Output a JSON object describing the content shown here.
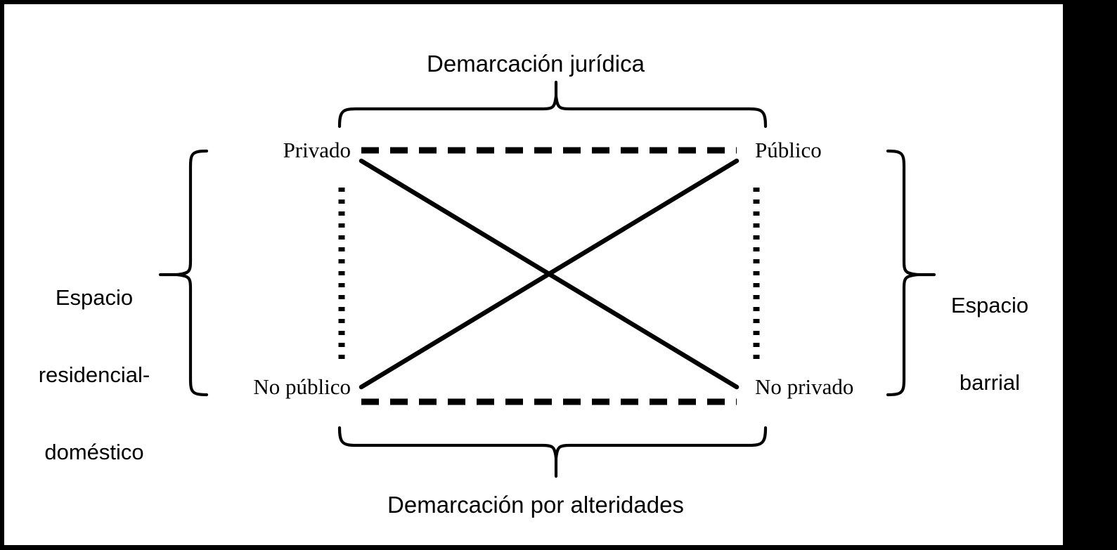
{
  "figure": {
    "type": "semiotic-square-diagram",
    "background_color": "#ffffff",
    "stroke_color": "#000000",
    "right_bar_color": "#000000",
    "axes": {
      "horizontal": {
        "caption": "Demarcación jurídica",
        "position": "top",
        "bracket": "curly-brace-down",
        "poles": [
          "Privado",
          "Público"
        ]
      },
      "vertical_left": {
        "caption_lines": [
          "Espacio",
          "residencial-",
          "doméstico"
        ],
        "caption": "Espacio residencial-doméstico",
        "position": "left",
        "bracket": "curly-brace-left",
        "poles": [
          "Privado",
          "No público"
        ]
      },
      "vertical_right": {
        "caption_lines": [
          "Espacio",
          "barrial"
        ],
        "caption": "Espacio barrial",
        "position": "right",
        "bracket": "curly-brace-right",
        "poles": [
          "Público",
          "No privado"
        ]
      },
      "horizontal_bottom": {
        "caption": "Demarcación por alteridades",
        "position": "bottom",
        "bracket": "curly-brace-up",
        "poles": [
          "No público",
          "No privado"
        ]
      }
    },
    "corners": {
      "top_left": "Privado",
      "top_right": "Público",
      "bottom_left": "No público",
      "bottom_right": "No privado"
    },
    "edges": [
      {
        "name": "top-edge",
        "style": "dashed",
        "from": "Privado",
        "to": "Público"
      },
      {
        "name": "bottom-edge",
        "style": "dashed",
        "from": "No público",
        "to": "No privado"
      },
      {
        "name": "left-edge",
        "style": "dotted",
        "from": "Privado",
        "to": "No público"
      },
      {
        "name": "right-edge",
        "style": "dotted",
        "from": "Público",
        "to": "No privado"
      },
      {
        "name": "diagonal-tl-br",
        "style": "solid",
        "from": "Privado",
        "to": "No privado"
      },
      {
        "name": "diagonal-bl-tr",
        "style": "solid",
        "from": "No público",
        "to": "Público"
      }
    ]
  }
}
